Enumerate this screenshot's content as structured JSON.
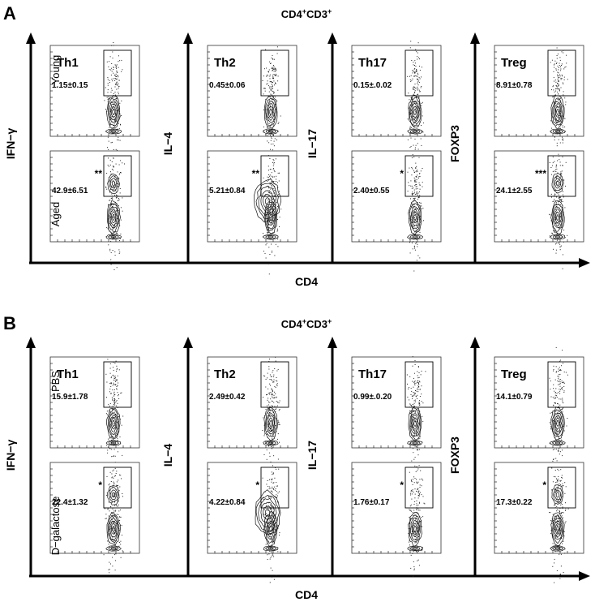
{
  "panels": [
    {
      "letter": "A",
      "title": "CD4",
      "title_sup1": "+",
      "title_mid": "CD3",
      "title_sup2": "+",
      "x_axis_label": "CD4",
      "rows": [
        "Young",
        "Aged"
      ],
      "columns": [
        {
          "y_axis_label": "IFN−γ",
          "subset": "Th1",
          "cells": [
            {
              "stat": "1.15±0.15",
              "star": ""
            },
            {
              "stat": "42.9±6.51",
              "star": "**"
            }
          ]
        },
        {
          "y_axis_label": "IL−4",
          "subset": "Th2",
          "cells": [
            {
              "stat": "0.45±0.06",
              "star": ""
            },
            {
              "stat": "5.21±0.84",
              "star": "**"
            }
          ]
        },
        {
          "y_axis_label": "IL−17",
          "subset": "Th17",
          "cells": [
            {
              "stat": "0.15±.0.02",
              "star": ""
            },
            {
              "stat": "2.40±0.55",
              "star": "*"
            }
          ]
        },
        {
          "y_axis_label": "FOXP3",
          "subset": "Treg",
          "cells": [
            {
              "stat": "8.91±0.78",
              "star": ""
            },
            {
              "stat": "24.1±2.55",
              "star": "***"
            }
          ]
        }
      ]
    },
    {
      "letter": "B",
      "title": "CD4",
      "title_sup1": "+",
      "title_mid": "CD3",
      "title_sup2": "+",
      "x_axis_label": "CD4",
      "rows": [
        "PBS",
        "D−galactose"
      ],
      "columns": [
        {
          "y_axis_label": "IFN−γ",
          "subset": "Th1",
          "cells": [
            {
              "stat": "15.9±1.78",
              "star": ""
            },
            {
              "stat": "22.4±1.32",
              "star": "*"
            }
          ]
        },
        {
          "y_axis_label": "IL−4",
          "subset": "Th2",
          "cells": [
            {
              "stat": "2.49±0.42",
              "star": ""
            },
            {
              "stat": "4.22±0.84",
              "star": "*"
            }
          ]
        },
        {
          "y_axis_label": "IL−17",
          "subset": "Th17",
          "cells": [
            {
              "stat": "0.99±.0.20",
              "star": ""
            },
            {
              "stat": "1.76±0.17",
              "star": "*"
            }
          ]
        },
        {
          "y_axis_label": "FOXP3",
          "subset": "Treg",
          "cells": [
            {
              "stat": "14.1±0.79",
              "star": ""
            },
            {
              "stat": "17.3±0.22",
              "star": "*"
            }
          ]
        }
      ]
    }
  ]
}
